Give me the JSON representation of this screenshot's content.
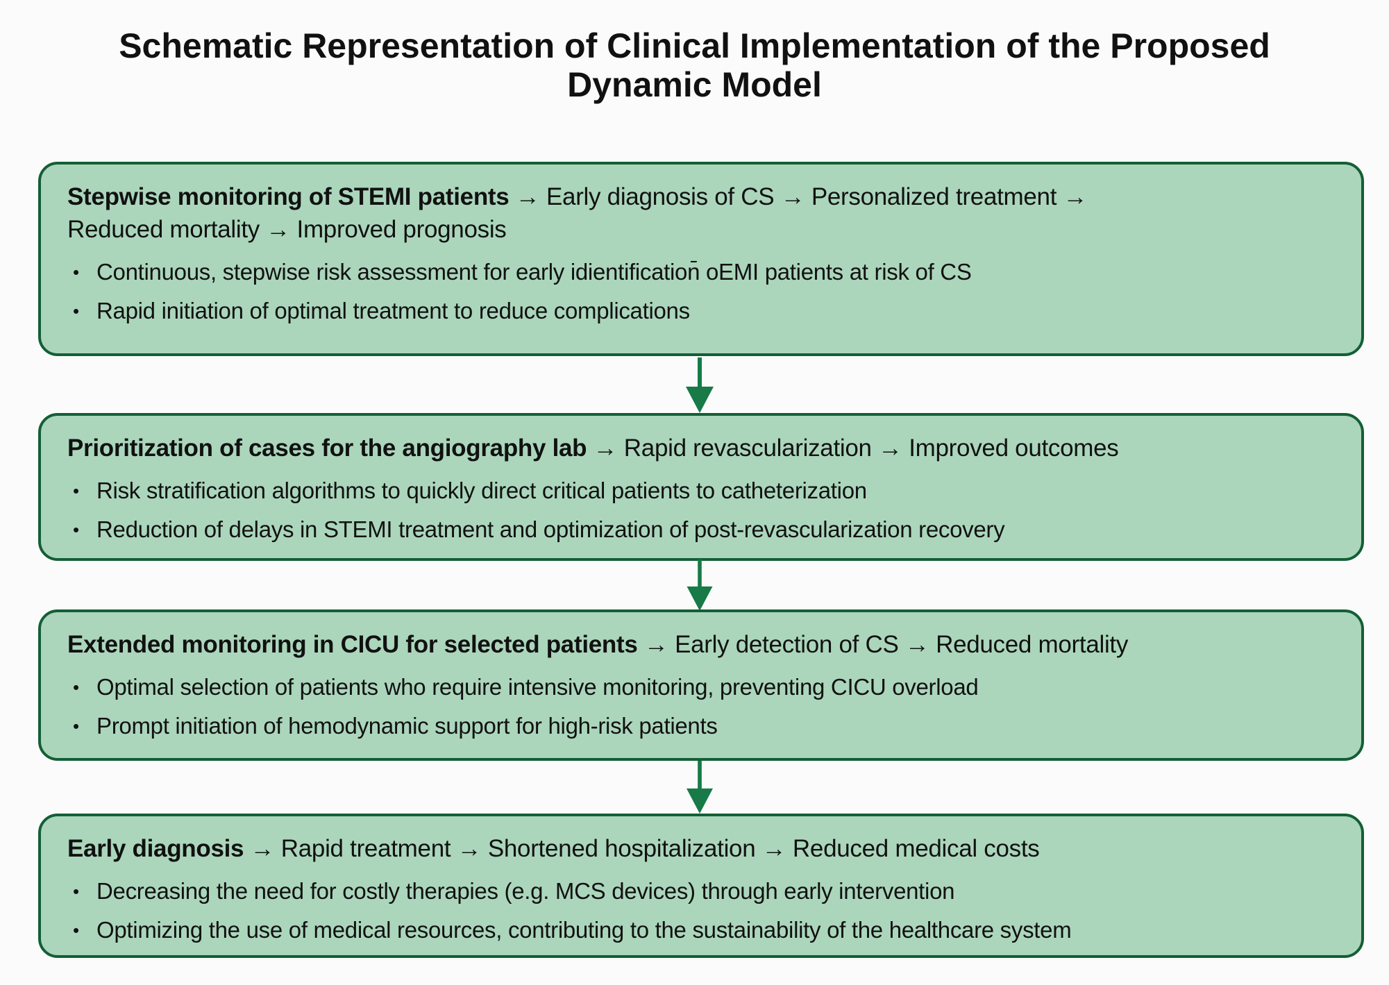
{
  "title": "Schematic Representation of Clinical Implementation of the Proposed Dynamic Model",
  "colors": {
    "background": "#fbfbfb",
    "text": "#111111",
    "box_fill": "#abd6bc",
    "box_border": "#135f36",
    "arrow": "#177a47"
  },
  "ui": {
    "bullet": "•"
  },
  "boxes": [
    {
      "heading_bold": "Stepwise monitoring of STEMI patients",
      "heading_rest": " → Early diagnosis of CS → Personalized treatment →",
      "heading_line2": "Reduced mortality → Improved prognosis",
      "bullets": [
        "Continuous, stepwise risk assessment for early idientification̄ oEMI patients at risk of CS",
        "Rapid initiation of optimal treatment to reduce complications"
      ]
    },
    {
      "heading_bold": "Prioritization of cases for the angiography lab",
      "heading_rest": " → Rapid revascularization → Improved outcomes",
      "bullets": [
        "Risk stratification algorithms to quickly direct critical patients to catheterization",
        "Reduction of delays in STEMI treatment and optimization of post-revascularization recovery"
      ]
    },
    {
      "heading_bold": "Extended monitoring in CICU for selected patients",
      "heading_rest": " → Early detection of CS → Reduced mortality",
      "bullets": [
        "Optimal selection of patients who require intensive monitoring, preventing CICU overload",
        "Prompt initiation of hemodynamic support for high-risk patients"
      ]
    },
    {
      "heading_bold": "Early diagnosis",
      "heading_rest": " → Rapid treatment → Shortened hospitalization → Reduced medical costs",
      "bullets": [
        "Decreasing the need for costly therapies (e.g. MCS devices) through early intervention",
        "Optimizing the use of medical resources, contributing to the sustainability of the healthcare system"
      ]
    }
  ]
}
